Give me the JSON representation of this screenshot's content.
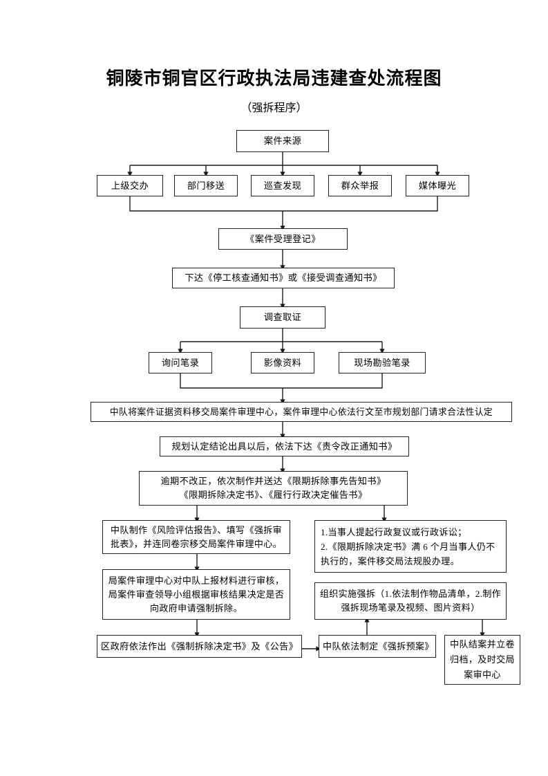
{
  "document": {
    "title": "铜陵市铜官区行政执法局违建查处流程图",
    "subtitle": "（强拆程序）"
  },
  "flowchart": {
    "type": "flowchart",
    "orientation": "top-to-bottom",
    "nodes": {
      "case_source": "案件来源",
      "src_superior": "上级交办",
      "src_department": "部门移送",
      "src_patrol": "巡查发现",
      "src_public": "群众举报",
      "src_media": "媒体曝光",
      "registration": "《案件受理登记》",
      "notice": "下达《停工核查通知书》或《接受调查通知书》",
      "investigation": "调查取证",
      "ev_interview": "询问笔录",
      "ev_imagery": "影像资料",
      "ev_site_survey": "现场勘验笔录",
      "transfer_review": "中队将案件证据资料移交局案件审理中心，案件审理中心依法行文至市规划部门请求合法性认定",
      "planning_conclusion": "规划认定结论出具以后，依法下达《责令改正通知书》",
      "overdue_docs": "逾期不改正，依次制作并送达《限期拆除事先告知书》\n《限期拆除决定书》、《履行行政决定催告书》",
      "risk_report": "中队制作《风险评估报告》、填写《强拆审批表》，并连同卷宗移交局案件审理中心。",
      "legal_remedy": "1.当事人提起行政复议或行政诉讼；\n2.《限期拆除决定书》满 6 个月当事人仍不\n     执行的，案件移交局法规股办理。",
      "center_audit": "局案件审理中心对中队上报材料进行审核，局案件审查领导小组根据审核结果决定是否向政府申请强制拆除。",
      "execute_demolition": "组织实施强拆（1.依法制作物品清单，2.制作强拆现场笔录及视频、图片资料）",
      "gov_decision": "区政府依法作出《强制拆除决定书》及《公告》",
      "demolition_plan": "中队依法制定《强拆预案》",
      "case_closure": "中队结案并立卷归档，及时交局案审中心"
    },
    "edges": [
      {
        "from": "case_source",
        "to": "src_superior"
      },
      {
        "from": "case_source",
        "to": "src_department"
      },
      {
        "from": "case_source",
        "to": "src_patrol"
      },
      {
        "from": "case_source",
        "to": "src_public"
      },
      {
        "from": "case_source",
        "to": "src_media"
      },
      {
        "from": "src_superior",
        "to": "registration"
      },
      {
        "from": "src_media",
        "to": "registration"
      },
      {
        "from": "registration",
        "to": "notice"
      },
      {
        "from": "notice",
        "to": "investigation"
      },
      {
        "from": "investigation",
        "to": "ev_interview"
      },
      {
        "from": "investigation",
        "to": "ev_imagery"
      },
      {
        "from": "investigation",
        "to": "ev_site_survey"
      },
      {
        "from": "ev_interview",
        "to": "transfer_review"
      },
      {
        "from": "ev_site_survey",
        "to": "transfer_review"
      },
      {
        "from": "transfer_review",
        "to": "planning_conclusion"
      },
      {
        "from": "planning_conclusion",
        "to": "overdue_docs"
      },
      {
        "from": "overdue_docs",
        "to": "risk_report"
      },
      {
        "from": "overdue_docs",
        "to": "legal_remedy"
      },
      {
        "from": "risk_report",
        "to": "center_audit"
      },
      {
        "from": "center_audit",
        "to": "gov_decision"
      },
      {
        "from": "gov_decision",
        "to": "demolition_plan"
      },
      {
        "from": "demolition_plan",
        "to": "execute_demolition"
      },
      {
        "from": "execute_demolition",
        "to": "case_closure"
      }
    ],
    "colors": {
      "box_border": "#222222",
      "background": "#ffffff",
      "text": "#000000",
      "connector": "#1a1a1a"
    }
  }
}
